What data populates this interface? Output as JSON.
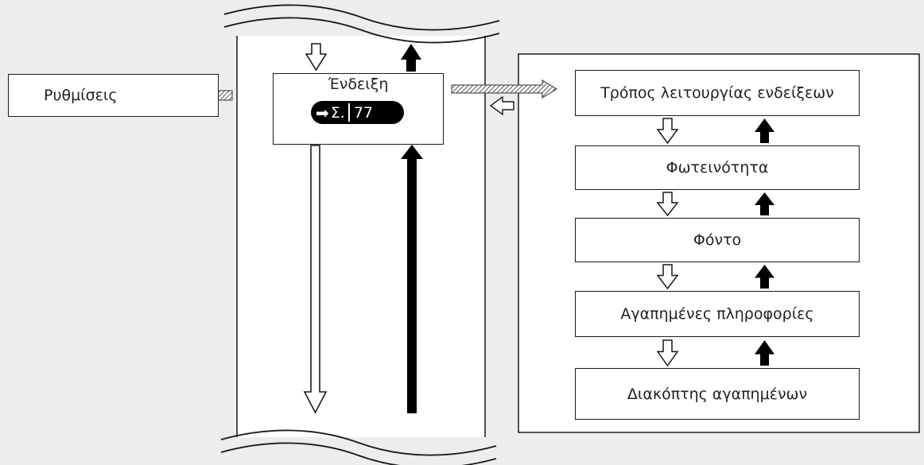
{
  "settings": {
    "label": "Ρυθμίσεις"
  },
  "display_box": {
    "title": "Ένδειξη",
    "badge": {
      "arrow": "➡",
      "letter": "Σ.",
      "value": "77"
    }
  },
  "menu": {
    "items": [
      "Τρόπος λειτουργίας ενδείξεων",
      "Φωτεινότητα",
      "Φόντο",
      "Αγαπημένες πληροφορίες",
      "Διακόπτης αγαπημένων"
    ]
  },
  "colors": {
    "background": "#ededed",
    "line": "#1a1a1a",
    "fill": "#ffffff",
    "badge": "#000000"
  },
  "icons": [
    "arrow-down-outline-icon",
    "arrow-up-solid-icon",
    "arrow-left-hatched-icon",
    "arrow-right-hatched-icon",
    "arrow-left-outline-icon",
    "break-wave-icon"
  ]
}
